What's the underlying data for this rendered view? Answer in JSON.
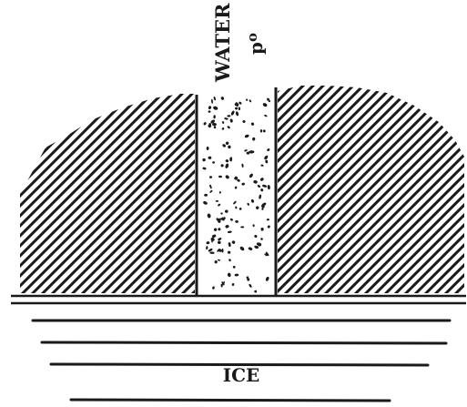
{
  "labels": {
    "water": "WATER",
    "pressure_symbol": "p",
    "pressure_subscript": "o",
    "ice": "ICE"
  },
  "colors": {
    "ink": "#1a1a1a",
    "background": "#ffffff"
  }
}
